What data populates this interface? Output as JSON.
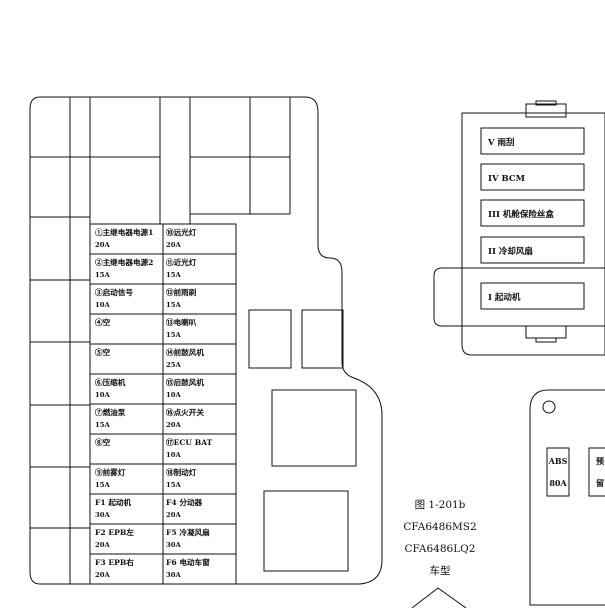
{
  "fuse_left": [
    {
      "name": "①主继电器电源1",
      "amp": "20A"
    },
    {
      "name": "②主继电器电源2",
      "amp": "15A"
    },
    {
      "name": "③启动信号",
      "amp": "10A"
    },
    {
      "name": "④空",
      "amp": ""
    },
    {
      "name": "⑤空",
      "amp": ""
    },
    {
      "name": "⑥压缩机",
      "amp": "10A"
    },
    {
      "name": "⑦燃油泵",
      "amp": "15A"
    },
    {
      "name": "⑧空",
      "amp": ""
    },
    {
      "name": "⑨前雾灯",
      "amp": "15A"
    },
    {
      "name": "F1 起动机",
      "amp": "30A"
    },
    {
      "name": "F2 EPB左",
      "amp": "20A"
    },
    {
      "name": "F3 EPB右",
      "amp": "20A"
    }
  ],
  "fuse_right": [
    {
      "name": "⑩远光灯",
      "amp": "20A"
    },
    {
      "name": "⑪近光灯",
      "amp": "15A"
    },
    {
      "name": "⑫前雨刷",
      "amp": "15A"
    },
    {
      "name": "⑬电喇叭",
      "amp": "15A"
    },
    {
      "name": "⑭前鼓风机",
      "amp": "25A"
    },
    {
      "name": "⑮后鼓风机",
      "amp": "10A"
    },
    {
      "name": "⑯点火开关",
      "amp": "20A"
    },
    {
      "name": "⑰ECU BAT",
      "amp": "10A"
    },
    {
      "name": "⑱制动灯",
      "amp": "15A"
    },
    {
      "name": "F4 分动器",
      "amp": "20A"
    },
    {
      "name": "F5 冷凝风扇",
      "amp": "30A"
    },
    {
      "name": "F6 电动车窗",
      "amp": "30A"
    }
  ],
  "relays": [
    "V 雨刮",
    "IV BCM",
    "III 机舱保险丝盒",
    "II 冷却风扇",
    "I 起动机"
  ],
  "caption": [
    "图 1-201b",
    "CFA6486MS2",
    "CFA6486LQ2",
    "车型"
  ],
  "small_box": [
    {
      "top": "ABS",
      "bottom": "80A"
    },
    {
      "top": "预",
      "bottom": "留"
    }
  ]
}
